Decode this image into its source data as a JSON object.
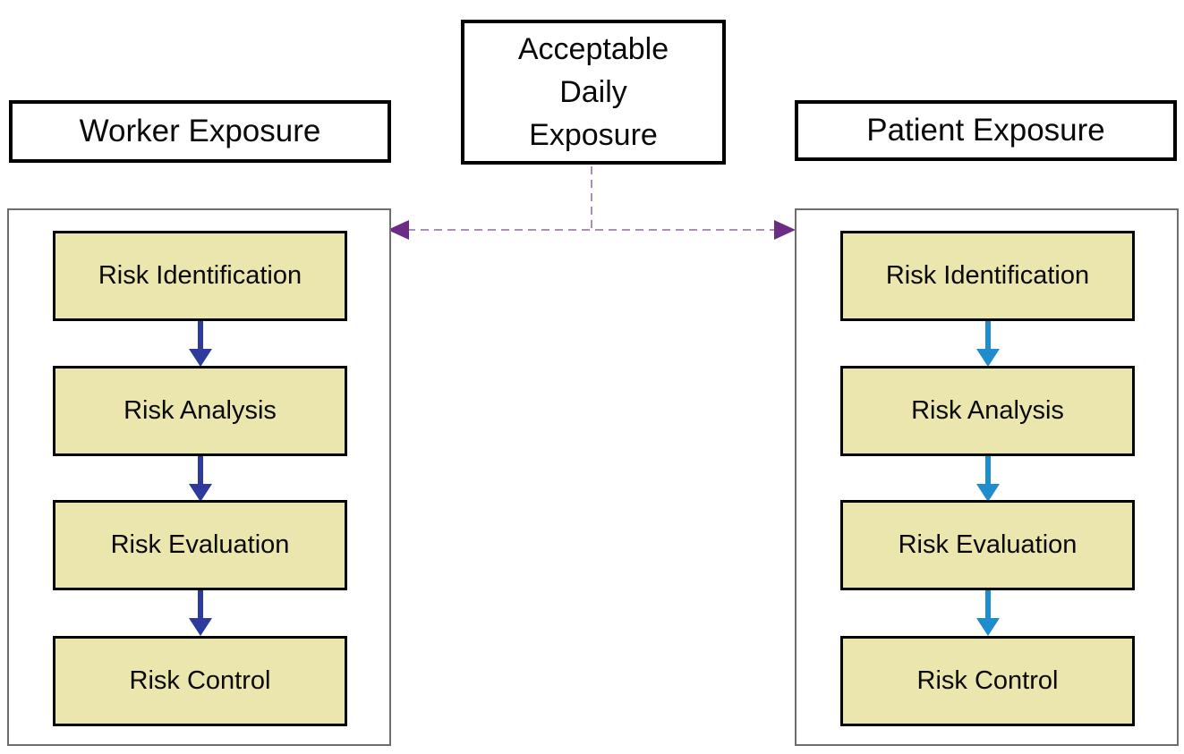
{
  "diagram": {
    "top_box": {
      "lines": [
        "Acceptable",
        "Daily",
        "Exposure"
      ]
    },
    "columns": [
      {
        "header": "Worker Exposure",
        "arrow_color": "#2E3A9C",
        "steps": [
          "Risk Identification",
          "Risk Analysis",
          "Risk Evaluation",
          "Risk Control"
        ]
      },
      {
        "header": "Patient Exposure",
        "arrow_color": "#1E8CCD",
        "steps": [
          "Risk Identification",
          "Risk Analysis",
          "Risk Evaluation",
          "Risk Control"
        ]
      }
    ],
    "connector": {
      "dash_color": "#AD8FB5",
      "arrowhead_color": "#6B2C86"
    },
    "colors": {
      "step_fill": "#EAE6AE",
      "step_border": "#000000",
      "header_border": "#000000",
      "container_border": "#6E6E6E",
      "background": "#FFFFFF"
    }
  }
}
